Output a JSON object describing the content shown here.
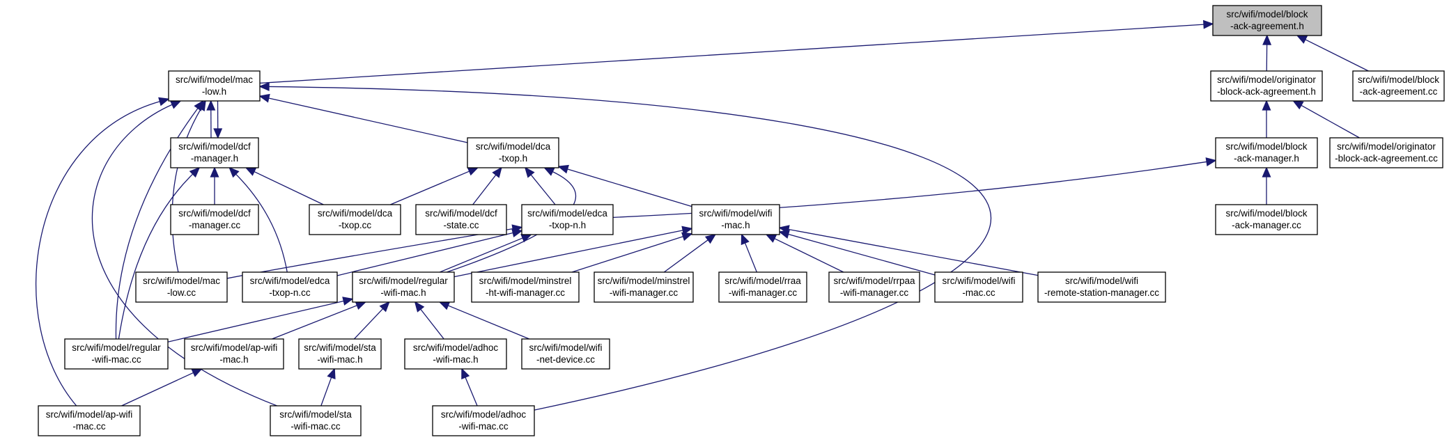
{
  "colors": {
    "edge": "#191970",
    "node_fill": "#ffffff",
    "node_stroke": "#000000",
    "root_fill": "#bfbfbf"
  },
  "nodes": [
    {
      "id": "n0",
      "lines": [
        "src/wifi/model/block",
        "-ack-agreement.h"
      ],
      "root": true
    },
    {
      "id": "n1",
      "lines": [
        "src/wifi/model/mac",
        "-low.h"
      ]
    },
    {
      "id": "n2",
      "lines": [
        "src/wifi/model/originator",
        "-block-ack-agreement.h"
      ]
    },
    {
      "id": "n3",
      "lines": [
        "src/wifi/model/block",
        "-ack-agreement.cc"
      ]
    },
    {
      "id": "n4",
      "lines": [
        "src/wifi/model/dcf",
        "-manager.h"
      ]
    },
    {
      "id": "n5",
      "lines": [
        "src/wifi/model/dca",
        "-txop.h"
      ]
    },
    {
      "id": "n6",
      "lines": [
        "src/wifi/model/block",
        "-ack-manager.h"
      ]
    },
    {
      "id": "n7",
      "lines": [
        "src/wifi/model/originator",
        "-block-ack-agreement.cc"
      ]
    },
    {
      "id": "n8",
      "lines": [
        "src/wifi/model/dcf",
        "-manager.cc"
      ]
    },
    {
      "id": "n9",
      "lines": [
        "src/wifi/model/dca",
        "-txop.cc"
      ]
    },
    {
      "id": "n10",
      "lines": [
        "src/wifi/model/dcf",
        "-state.cc"
      ]
    },
    {
      "id": "n11",
      "lines": [
        "src/wifi/model/edca",
        "-txop-n.h"
      ]
    },
    {
      "id": "n12",
      "lines": [
        "src/wifi/model/wifi",
        "-mac.h"
      ]
    },
    {
      "id": "n13",
      "lines": [
        "src/wifi/model/block",
        "-ack-manager.cc"
      ]
    },
    {
      "id": "n14",
      "lines": [
        "src/wifi/model/mac",
        "-low.cc"
      ]
    },
    {
      "id": "n15",
      "lines": [
        "src/wifi/model/edca",
        "-txop-n.cc"
      ]
    },
    {
      "id": "n16",
      "lines": [
        "src/wifi/model/regular",
        "-wifi-mac.h"
      ]
    },
    {
      "id": "n17",
      "lines": [
        "src/wifi/model/minstrel",
        "-ht-wifi-manager.cc"
      ]
    },
    {
      "id": "n18",
      "lines": [
        "src/wifi/model/minstrel",
        "-wifi-manager.cc"
      ]
    },
    {
      "id": "n19",
      "lines": [
        "src/wifi/model/rraa",
        "-wifi-manager.cc"
      ]
    },
    {
      "id": "n20",
      "lines": [
        "src/wifi/model/rrpaa",
        "-wifi-manager.cc"
      ]
    },
    {
      "id": "n21",
      "lines": [
        "src/wifi/model/wifi",
        "-mac.cc"
      ]
    },
    {
      "id": "n22",
      "lines": [
        "src/wifi/model/wifi",
        "-remote-station-manager.cc"
      ]
    },
    {
      "id": "n23",
      "lines": [
        "src/wifi/model/regular",
        "-wifi-mac.cc"
      ]
    },
    {
      "id": "n24",
      "lines": [
        "src/wifi/model/ap-wifi",
        "-mac.h"
      ]
    },
    {
      "id": "n25",
      "lines": [
        "src/wifi/model/sta",
        "-wifi-mac.h"
      ]
    },
    {
      "id": "n26",
      "lines": [
        "src/wifi/model/adhoc",
        "-wifi-mac.h"
      ]
    },
    {
      "id": "n27",
      "lines": [
        "src/wifi/model/wifi",
        "-net-device.cc"
      ]
    },
    {
      "id": "n28",
      "lines": [
        "src/wifi/model/ap-wifi",
        "-mac.cc"
      ]
    },
    {
      "id": "n29",
      "lines": [
        "src/wifi/model/sta",
        "-wifi-mac.cc"
      ]
    },
    {
      "id": "n30",
      "lines": [
        "src/wifi/model/adhoc",
        "-wifi-mac.cc"
      ]
    }
  ],
  "edges": [
    {
      "from": "n1",
      "to": "n0"
    },
    {
      "from": "n2",
      "to": "n0"
    },
    {
      "from": "n3",
      "to": "n0"
    },
    {
      "from": "n4",
      "to": "n1"
    },
    {
      "from": "n5",
      "to": "n1"
    },
    {
      "from": "n14",
      "to": "n1"
    },
    {
      "from": "n23",
      "to": "n1"
    },
    {
      "from": "n28",
      "to": "n1"
    },
    {
      "from": "n29",
      "to": "n1"
    },
    {
      "from": "n30",
      "to": "n1"
    },
    {
      "from": "n1",
      "to": "n4"
    },
    {
      "from": "n6",
      "to": "n2"
    },
    {
      "from": "n7",
      "to": "n2"
    },
    {
      "from": "n8",
      "to": "n4"
    },
    {
      "from": "n9",
      "to": "n4"
    },
    {
      "from": "n15",
      "to": "n4"
    },
    {
      "from": "n23",
      "to": "n4"
    },
    {
      "from": "n9",
      "to": "n5"
    },
    {
      "from": "n10",
      "to": "n5"
    },
    {
      "from": "n11",
      "to": "n5"
    },
    {
      "from": "n12",
      "to": "n5"
    },
    {
      "from": "n16",
      "to": "n5"
    },
    {
      "from": "n11",
      "to": "n6"
    },
    {
      "from": "n13",
      "to": "n6"
    },
    {
      "from": "n14",
      "to": "n11"
    },
    {
      "from": "n15",
      "to": "n11"
    },
    {
      "from": "n16",
      "to": "n11"
    },
    {
      "from": "n16",
      "to": "n12"
    },
    {
      "from": "n17",
      "to": "n12"
    },
    {
      "from": "n18",
      "to": "n12"
    },
    {
      "from": "n19",
      "to": "n12"
    },
    {
      "from": "n20",
      "to": "n12"
    },
    {
      "from": "n21",
      "to": "n12"
    },
    {
      "from": "n22",
      "to": "n12"
    },
    {
      "from": "n23",
      "to": "n16"
    },
    {
      "from": "n24",
      "to": "n16"
    },
    {
      "from": "n25",
      "to": "n16"
    },
    {
      "from": "n26",
      "to": "n16"
    },
    {
      "from": "n27",
      "to": "n16"
    },
    {
      "from": "n28",
      "to": "n24"
    },
    {
      "from": "n29",
      "to": "n25"
    },
    {
      "from": "n30",
      "to": "n26"
    }
  ]
}
